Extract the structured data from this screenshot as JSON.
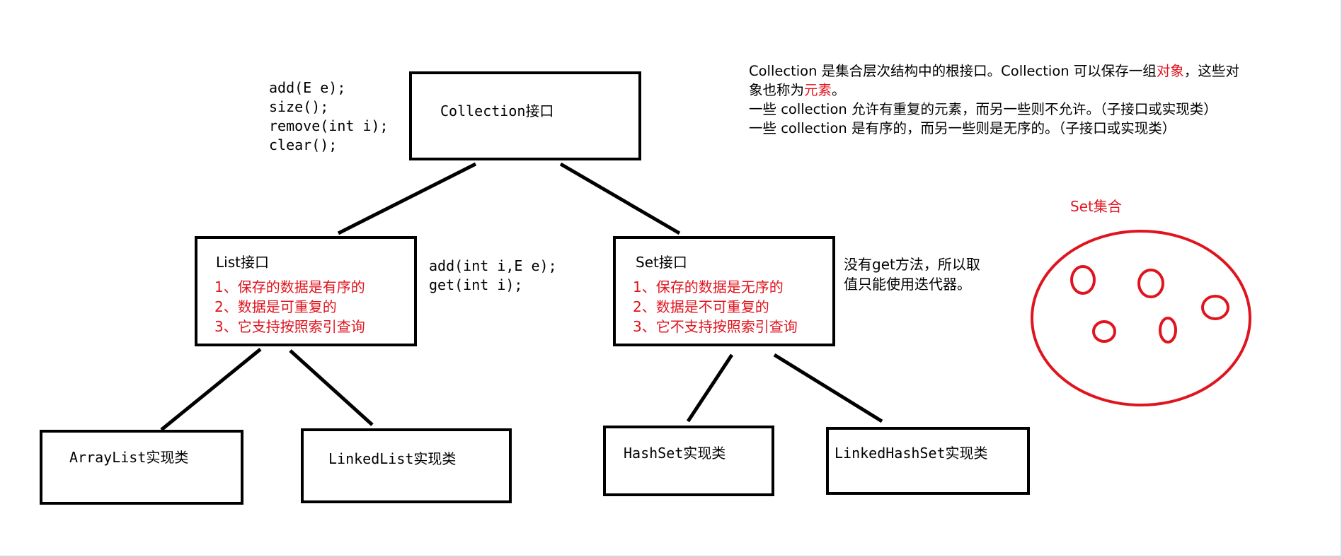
{
  "colors": {
    "accent_red": "#e0141e",
    "line": "#000000"
  },
  "collection_methods": [
    "add(E e);",
    "size();",
    "remove(int i);",
    "clear();"
  ],
  "collection_box": {
    "label": "Collection接口"
  },
  "notes": {
    "line1_a": "Collection 是集合层次结构中的根接口。Collection 可以保存一组",
    "line1_red": "对象",
    "line1_b": "，这些对",
    "line2_a": "象也称为",
    "line2_red": "元素",
    "line2_b": "。",
    "line3": "一些 collection 允许有重复的元素，而另一些则不允许。（子接口或实现类）",
    "line4": "一些 collection 是有序的，而另一些则是无序的。（子接口或实现类）"
  },
  "list_box": {
    "title": "List接口",
    "points": [
      "1、保存的数据是有序的",
      "2、数据是可重复的",
      "3、它支持按照索引查询"
    ]
  },
  "list_methods": [
    "add(int i,E e);",
    "get(int i);"
  ],
  "set_box": {
    "title": "Set接口",
    "points": [
      "1、保存的数据是无序的",
      "2、数据是不可重复的",
      "3、它不支持按照索引查询"
    ]
  },
  "set_note": [
    "没有get方法，所以取",
    "值只能使用迭代器。"
  ],
  "set_illustration": {
    "label": "Set集合"
  },
  "impl_boxes": {
    "arraylist": "ArrayList实现类",
    "linkedlist": "LinkedList实现类",
    "hashset": "HashSet实现类",
    "linkedhashset": "LinkedHashSet实现类"
  }
}
